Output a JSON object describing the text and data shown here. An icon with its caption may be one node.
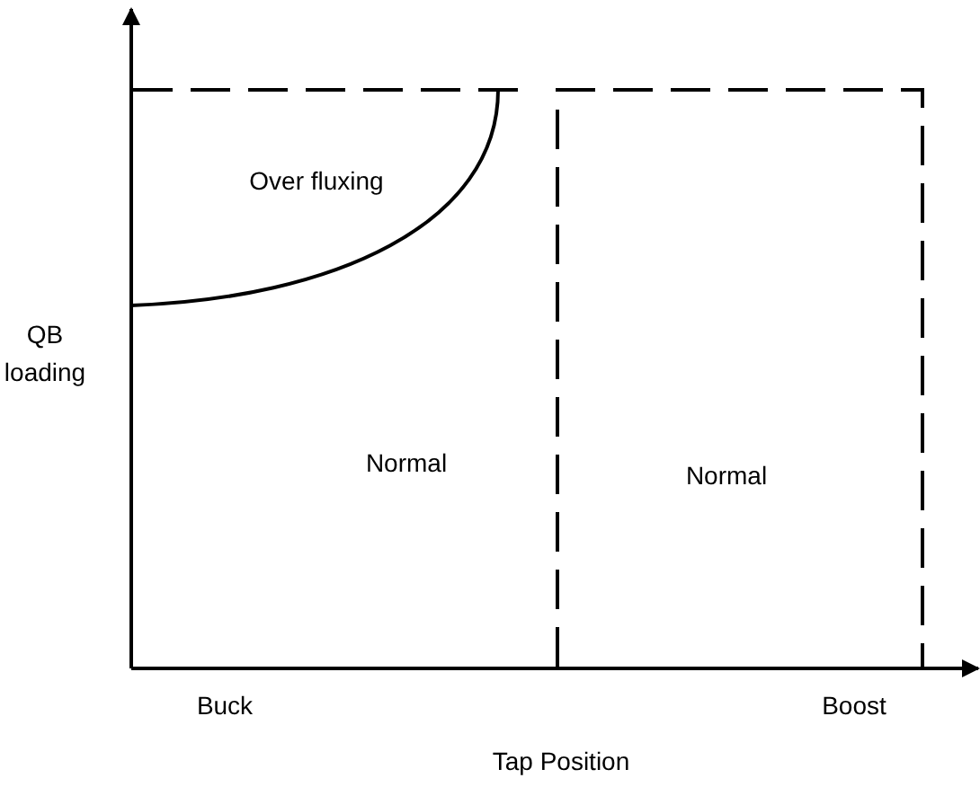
{
  "diagram": {
    "labels": [
      "Over fluxing",
      "QB loading",
      "Normal",
      "Normal",
      "Buck",
      "Boost",
      "Tap Position"
    ]
  }
}
